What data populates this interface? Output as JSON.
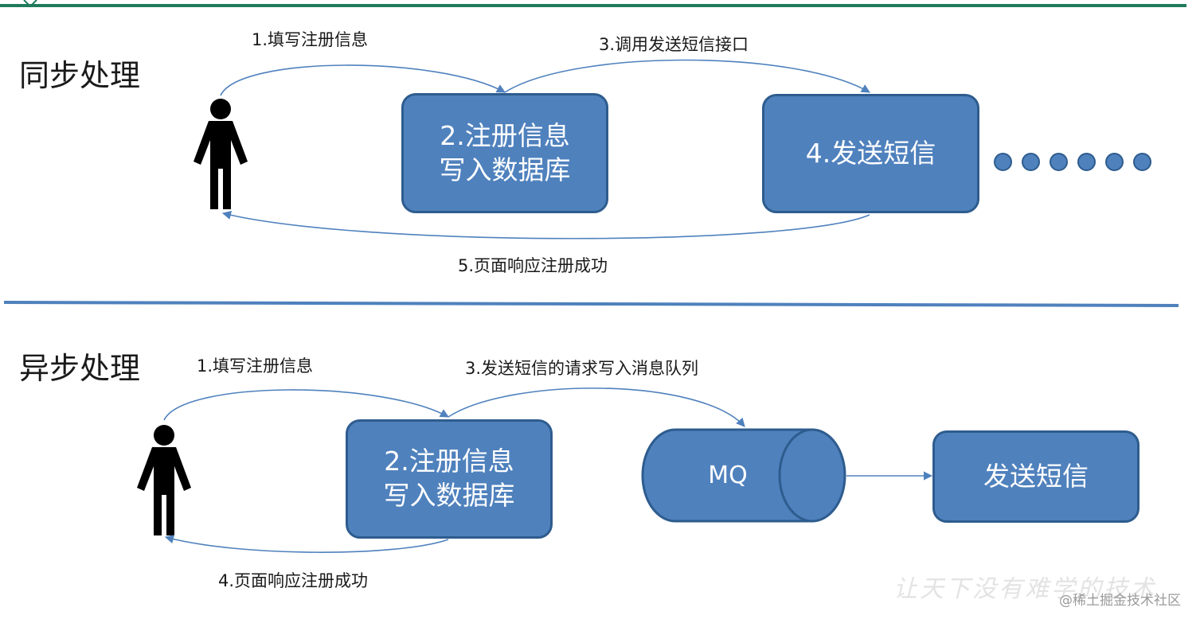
{
  "colors": {
    "box_fill": "#4f81bd",
    "box_border": "#2e5c8e",
    "top_rule": "#1f7a5c",
    "divider": "#4f81bd",
    "arrow": "#4f81bd"
  },
  "sync": {
    "title": "同步处理",
    "step1": "1.填写注册信息",
    "box_write": [
      "2.注册信息",
      "写入数据库"
    ],
    "step3": "3.调用发送短信接口",
    "box_sms": "4.发送短信",
    "step5": "5.页面响应注册成功",
    "trailing_dot_count": 6
  },
  "async": {
    "title": "异步处理",
    "step1": "1.填写注册信息",
    "box_write": [
      "2.注册信息",
      "写入数据库"
    ],
    "step3": "3.发送短信的请求写入消息队列",
    "mq_label": "MQ",
    "box_sms": "发送短信",
    "step4": "4.页面响应注册成功"
  },
  "watermark": "让天下没有难学的技术",
  "credit": "@稀土掘金技术社区",
  "icons": {
    "person": "person-icon",
    "queue": "cylinder-shape"
  }
}
